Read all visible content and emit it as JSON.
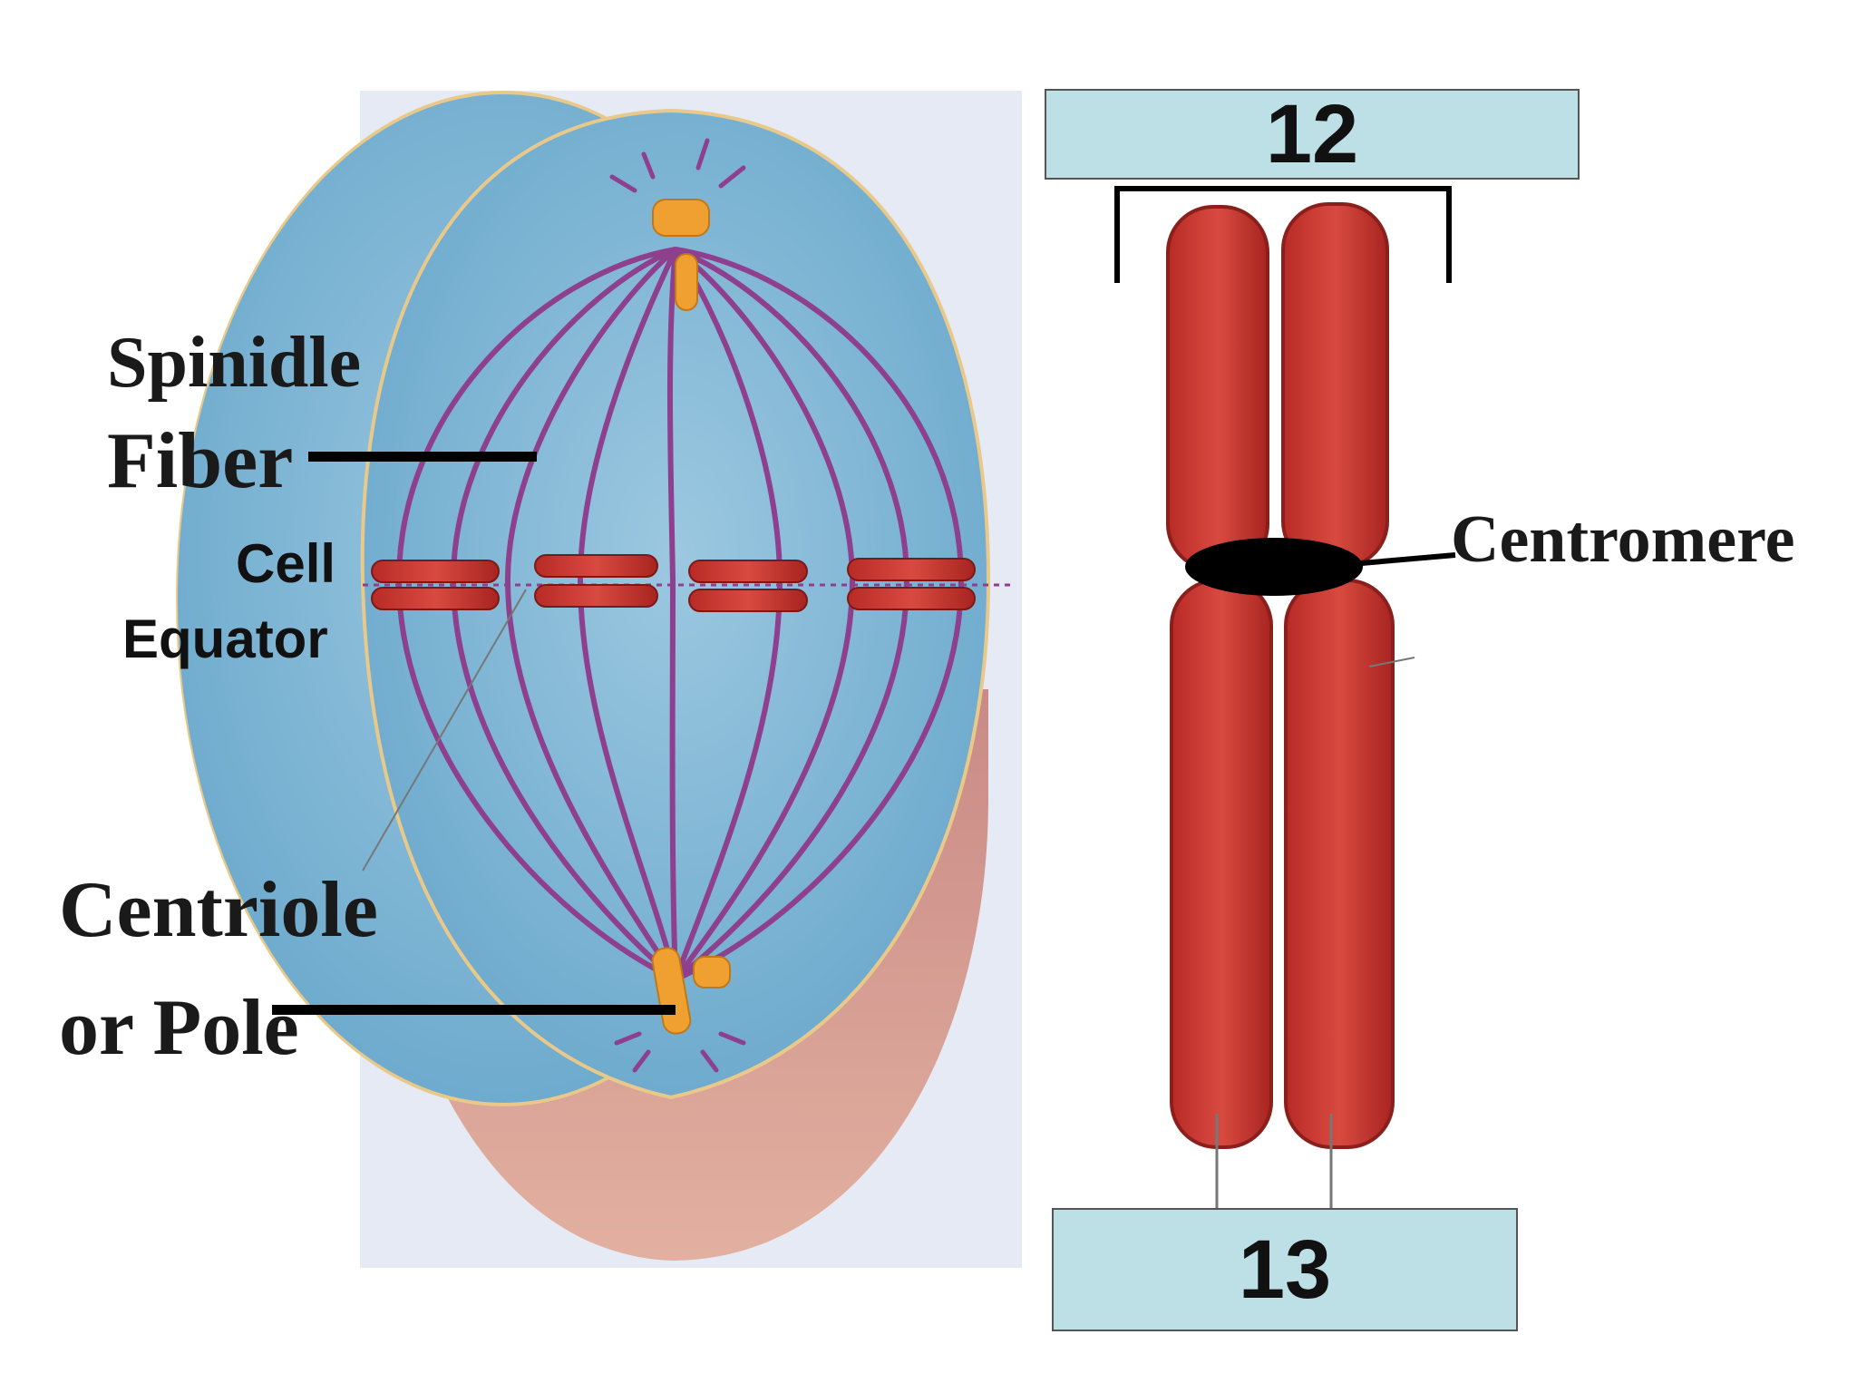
{
  "labels": {
    "spindle_line1": "Spinidle",
    "spindle_line2": "Fiber",
    "equator_line1": "Cell",
    "equator_line2": "Equator",
    "centriole_line1": "Centriole",
    "centriole_line2": "or Pole",
    "centromere": "Centromere"
  },
  "answer_boxes": {
    "top": "12",
    "bottom": "13"
  },
  "colors": {
    "cell_fill": "#7fb8d6",
    "cell_outline": "#e8c98a",
    "spindle_fiber": "#8e3f8e",
    "chromosome": "#c0322e",
    "centriole": "#f0a030",
    "box_fill": "#bde0e6",
    "background_panel": "#e8ecf6"
  },
  "icons": {
    "cell_diagram": "mitosis-metaphase-cell",
    "chromosome": "replicated-chromosome"
  }
}
